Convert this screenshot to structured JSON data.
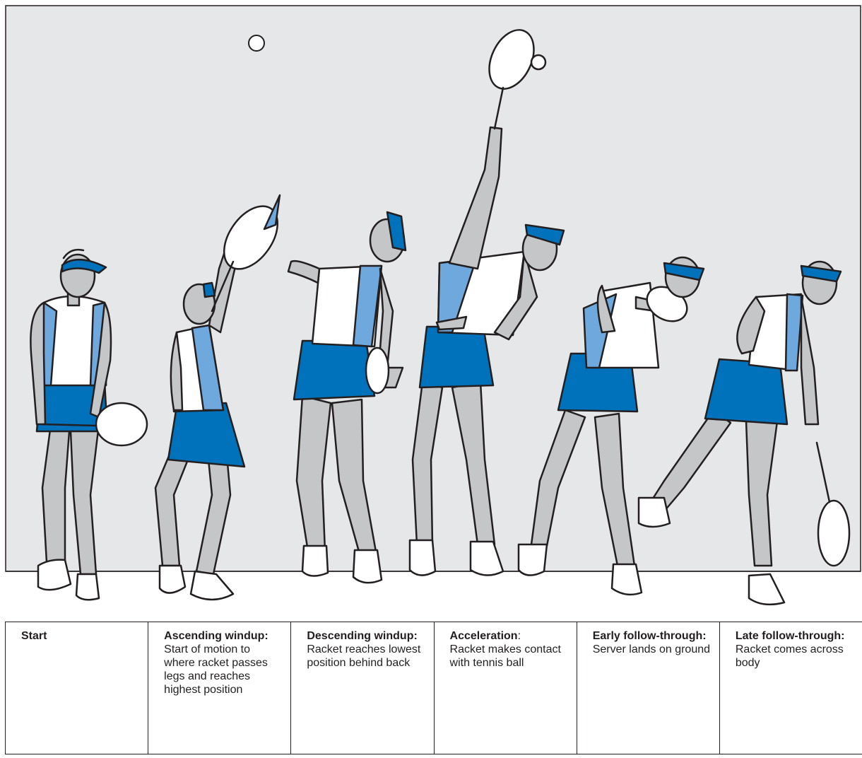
{
  "colors": {
    "background_panel": "#e6e7e8",
    "outfit_blue": "#0072bc",
    "outfit_light_blue": "#6fa8dc",
    "skin_gray": "#c4c6c8",
    "outline": "#231f20",
    "shirt_white": "#ffffff"
  },
  "phases": [
    {
      "title": "Start",
      "description": ""
    },
    {
      "title": "Ascending windup:",
      "description": "Start of motion to where racket passes legs and reaches highest position"
    },
    {
      "title": "Descending windup:",
      "description": "Racket reaches lowest position behind back"
    },
    {
      "title": "Acceleration",
      "title_suffix": ":",
      "description": "Racket makes contact with tennis ball"
    },
    {
      "title": "Early follow-through:",
      "description": "Server lands on ground"
    },
    {
      "title": "Late follow-through:",
      "description": "Racket comes across body"
    }
  ],
  "figures": [
    {
      "phase": "Start",
      "icon": "server-standing-figure"
    },
    {
      "phase": "Ascending windup",
      "icon": "server-windup-up-figure"
    },
    {
      "phase": "Descending windup",
      "icon": "server-windup-down-figure"
    },
    {
      "phase": "Acceleration",
      "icon": "server-contact-figure"
    },
    {
      "phase": "Early follow-through",
      "icon": "server-landing-figure"
    },
    {
      "phase": "Late follow-through",
      "icon": "server-followthrough-figure"
    }
  ]
}
